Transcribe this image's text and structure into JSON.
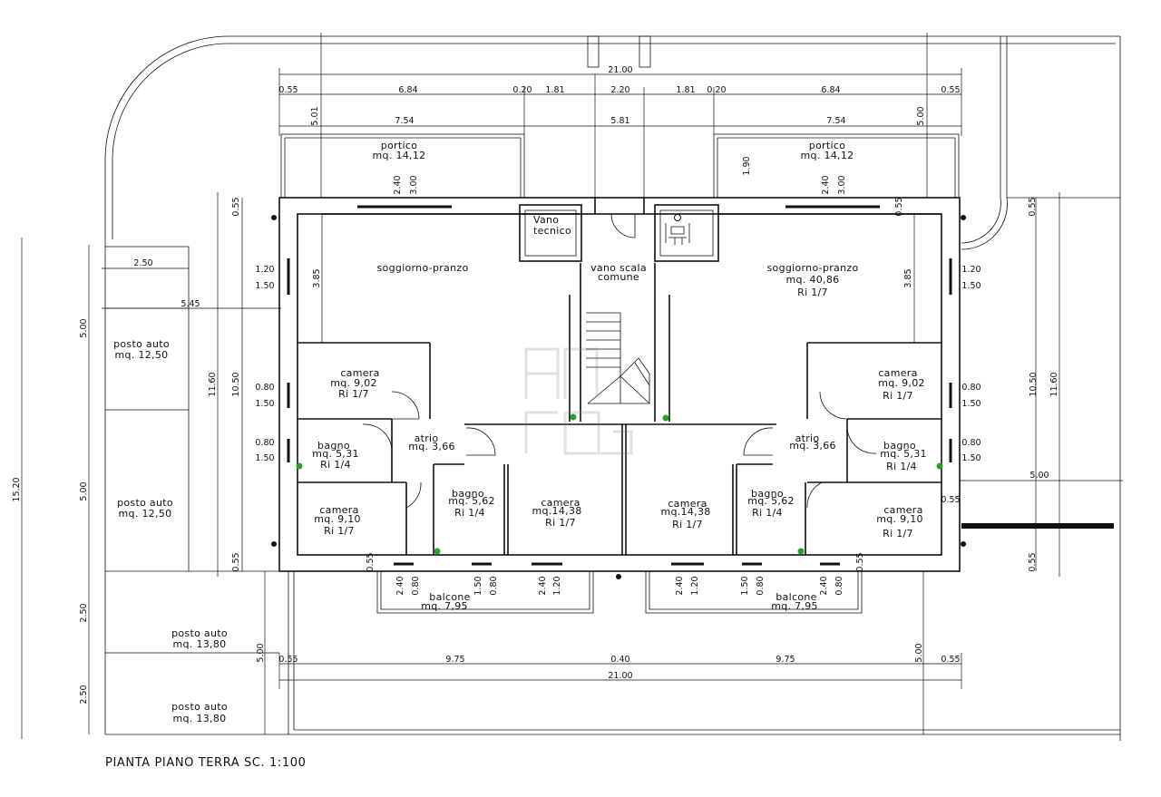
{
  "title": "PIANTA PIANO TERRA SC. 1:100",
  "rooms": {
    "portico_left": {
      "name": "portico",
      "area": "mq. 14,12"
    },
    "portico_right": {
      "name": "portico",
      "area": "mq. 14,12"
    },
    "vano_tecnico": {
      "line1": "Vano",
      "line2": "tecnico"
    },
    "vano_scala": {
      "line1": "vano scala",
      "line2": "comune"
    },
    "soggiorno_left": {
      "name": "soggiorno-pranzo"
    },
    "soggiorno_right": {
      "name": "soggiorno-pranzo",
      "area": "mq. 40,86",
      "ri": "Ri 1/7"
    },
    "camera_l1": {
      "name": "camera",
      "area": "mq. 9,02",
      "ri": "Ri 1/7"
    },
    "camera_r1": {
      "name": "camera",
      "area": "mq. 9,02",
      "ri": "Ri 1/7"
    },
    "atrio_l": {
      "name": "atrio",
      "area": "mq. 3,66"
    },
    "atrio_r": {
      "name": "atrio",
      "area": "mq. 3,66"
    },
    "bagno_l1": {
      "name": "bagno",
      "area": "mq. 5,31",
      "ri": "Ri 1/4"
    },
    "bagno_r1": {
      "name": "bagno",
      "area": "mq. 5,31",
      "ri": "Ri 1/4"
    },
    "bagno_l2": {
      "name": "bagno",
      "area": "mq. 5,62",
      "ri": "Ri 1/4"
    },
    "bagno_r2": {
      "name": "bagno",
      "area": "mq. 5,62",
      "ri": "Ri 1/4"
    },
    "camera_l2": {
      "name": "camera",
      "area": "mq. 9,10",
      "ri": "Ri 1/7"
    },
    "camera_r2": {
      "name": "camera",
      "area": "mq. 9,10",
      "ri": "Ri 1/7"
    },
    "camera_l3": {
      "name": "camera",
      "area": "mq.14,38",
      "ri": "Ri 1/7"
    },
    "camera_r3": {
      "name": "camera",
      "area": "mq.14,38",
      "ri": "Ri 1/7"
    },
    "balcone_l": {
      "name": "balcone",
      "area": "mq. 7,95"
    },
    "balcone_r": {
      "name": "balcone",
      "area": "mq. 7,95"
    }
  },
  "parking": [
    {
      "name": "posto auto",
      "area": "mq. 12,50"
    },
    {
      "name": "posto auto",
      "area": "mq. 12,50"
    },
    {
      "name": "posto auto",
      "area": "mq. 13,80"
    },
    {
      "name": "posto auto",
      "area": "mq. 13,80"
    }
  ],
  "dims": {
    "top_total": "21.00",
    "top_row": [
      "0.55",
      "6.84",
      "0.20",
      "1.81",
      "2.20",
      "1.81",
      "0.20",
      "6.84",
      "0.55"
    ],
    "second_row": [
      "7.54",
      "5.81",
      "7.54"
    ],
    "bottom_row": [
      "0.55",
      "9.75",
      "0.40",
      "9.75",
      "0.55"
    ],
    "bottom_total": "21.00",
    "v_501": "5.01",
    "v_500_top": "5.00",
    "v_190": "1.90",
    "p_240": "2.40",
    "p_300": "3.00",
    "w_120": "1.20",
    "w_150": "1.50",
    "w_080": "0.80",
    "h_385": "3.85",
    "v_055": "0.55",
    "v_1160": "11.60",
    "v_1050": "10.50",
    "v_1520": "15.20",
    "v_500": "5.00",
    "v_250": "2.50",
    "h_250": "2.50",
    "h_545": "5.45",
    "h_500_right": "5.00",
    "bw_240": "2.40",
    "bw_080": "0.80",
    "bw_150": "1.50",
    "bw_120": "1.20"
  }
}
